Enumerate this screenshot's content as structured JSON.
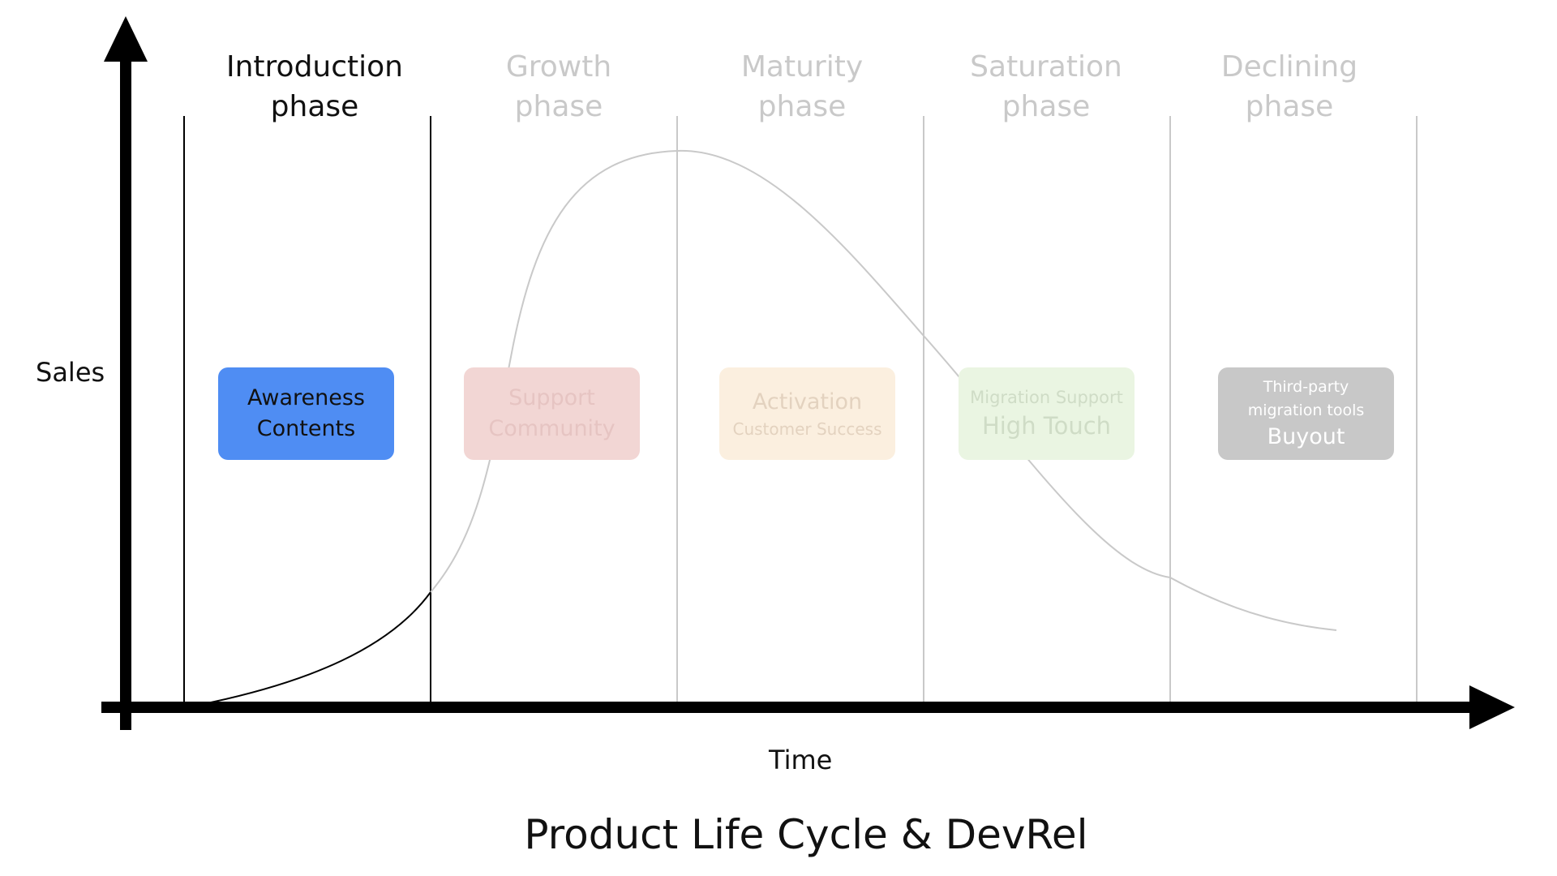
{
  "title": "Product Life Cycle & DevRel",
  "axes": {
    "y_label": "Sales",
    "x_label": "Time"
  },
  "phases": [
    {
      "line1": "Introduction",
      "line2": "phase",
      "state": "active"
    },
    {
      "line1": "Growth",
      "line2": "phase",
      "state": "muted"
    },
    {
      "line1": "Maturity",
      "line2": "phase",
      "state": "muted"
    },
    {
      "line1": "Saturation",
      "line2": "phase",
      "state": "muted"
    },
    {
      "line1": "Declining",
      "line2": "phase",
      "state": "muted"
    }
  ],
  "boxes": [
    {
      "line1": "Awareness",
      "line2": "Contents",
      "color": "#4f8df3"
    },
    {
      "line1": "Support",
      "line2": "Community",
      "color": "#f2d6d4"
    },
    {
      "line1": "Activation",
      "line2": "Customer Success",
      "color": "#fbefdf"
    },
    {
      "line1": "Migration Support",
      "line2": "High Touch",
      "color": "#eaf5e2"
    },
    {
      "line1": "Third-party",
      "line2": "migration tools",
      "line3": "Buyout",
      "color": "#c8c8c8"
    }
  ],
  "colors": {
    "axis": "#000000",
    "active_line": "#000000",
    "muted_line": "#c9c9c9",
    "curve_active": "#000000",
    "curve_muted": "#c9c9c9"
  }
}
